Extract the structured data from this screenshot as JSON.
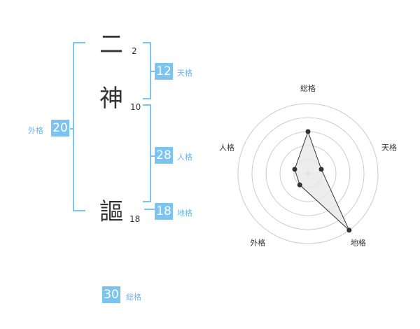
{
  "name": {
    "chars": [
      {
        "char": "二",
        "strokes": "2"
      },
      {
        "char": "神",
        "strokes": "10"
      },
      {
        "char": "謳",
        "strokes": "18"
      }
    ]
  },
  "kakusu": {
    "tenkaku": {
      "label": "天格",
      "value": "12"
    },
    "jinkaku": {
      "label": "人格",
      "value": "28"
    },
    "chikaku": {
      "label": "地格",
      "value": "18"
    },
    "gaikaku": {
      "label": "外格",
      "value": "20"
    },
    "soukaku": {
      "label": "総格",
      "value": "30"
    }
  },
  "chart_data": {
    "type": "radar",
    "axes": [
      "総格",
      "天格",
      "地格",
      "外格",
      "人格"
    ],
    "values": [
      3,
      1,
      5,
      1,
      1
    ],
    "max": 5,
    "colors": {
      "line": "#333333",
      "fill": "#e8e8e8",
      "ring": "#cccccc"
    }
  }
}
